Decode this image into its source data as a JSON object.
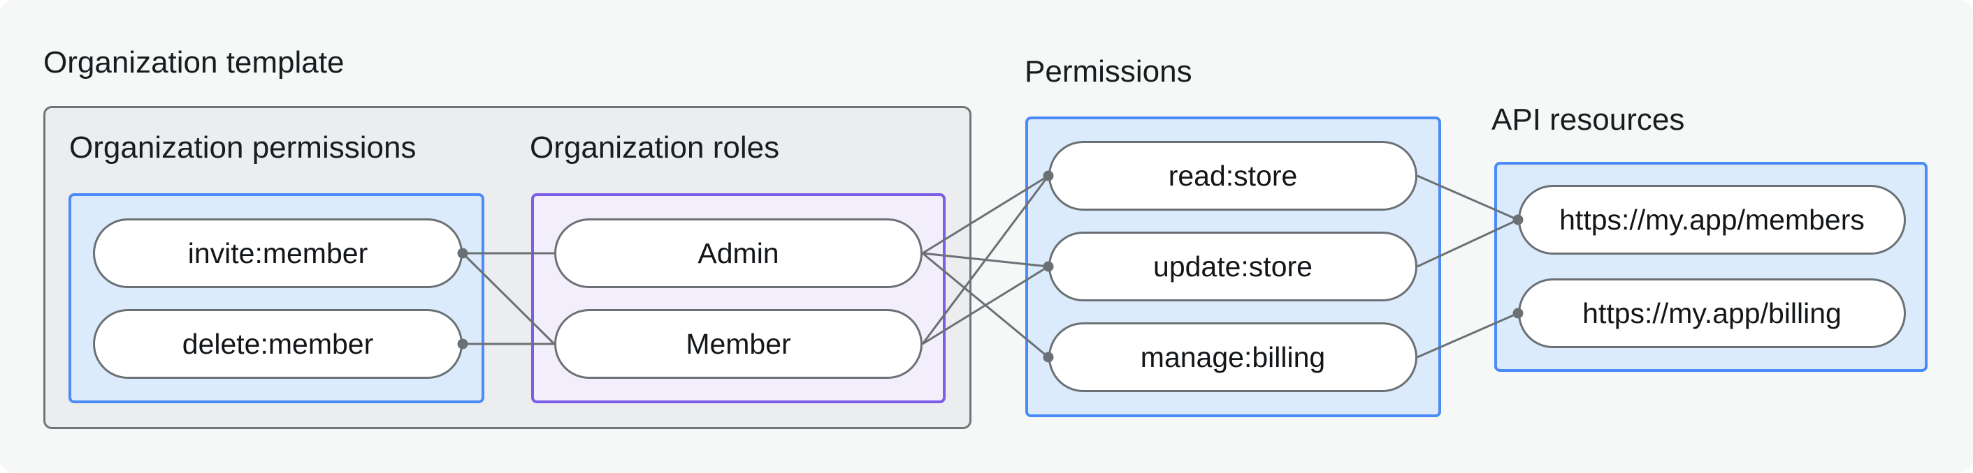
{
  "diagram": {
    "org_template": {
      "title": "Organization template",
      "org_permissions": {
        "title": "Organization permissions",
        "nodes": [
          {
            "id": "invite",
            "label": "invite:member"
          },
          {
            "id": "delete",
            "label": "delete:member"
          }
        ]
      },
      "org_roles": {
        "title": "Organization roles",
        "nodes": [
          {
            "id": "admin",
            "label": "Admin"
          },
          {
            "id": "member",
            "label": "Member"
          }
        ]
      }
    },
    "permissions": {
      "title": "Permissions",
      "nodes": [
        {
          "id": "read",
          "label": "read:store"
        },
        {
          "id": "update",
          "label": "update:store"
        },
        {
          "id": "manage",
          "label": "manage:billing"
        }
      ]
    },
    "api_resources": {
      "title": "API resources",
      "nodes": [
        {
          "id": "members_url",
          "label": "https://my.app/members"
        },
        {
          "id": "billing_url",
          "label": "https://my.app/billing"
        }
      ]
    },
    "edges": [
      {
        "from": "invite",
        "to": "admin"
      },
      {
        "from": "invite",
        "to": "member"
      },
      {
        "from": "delete",
        "to": "member"
      },
      {
        "from": "admin",
        "to": "read"
      },
      {
        "from": "admin",
        "to": "update"
      },
      {
        "from": "admin",
        "to": "manage"
      },
      {
        "from": "member",
        "to": "read"
      },
      {
        "from": "member",
        "to": "update"
      },
      {
        "from": "read",
        "to": "members_url"
      },
      {
        "from": "update",
        "to": "members_url"
      },
      {
        "from": "manage",
        "to": "billing_url"
      }
    ],
    "dots": [
      {
        "node": "invite",
        "side": "right"
      },
      {
        "node": "delete",
        "side": "right"
      },
      {
        "node": "read",
        "side": "left"
      },
      {
        "node": "update",
        "side": "left"
      },
      {
        "node": "manage",
        "side": "left"
      },
      {
        "node": "members_url",
        "side": "left"
      },
      {
        "node": "billing_url",
        "side": "left"
      }
    ],
    "colors": {
      "page_bg": "#f6f7f7",
      "gray_box_fill": "#ebedee",
      "gray_box_border": "#717579",
      "blue_border": "#4a8bf7",
      "blue_fill": "#dcebfb",
      "purple_border": "#7d5ce8",
      "purple_fill": "#f3eefc",
      "pill_border": "#6b7075",
      "connector_line": "#6b7075",
      "heading_text": "#191c1f",
      "pill_text": "#131619"
    }
  }
}
